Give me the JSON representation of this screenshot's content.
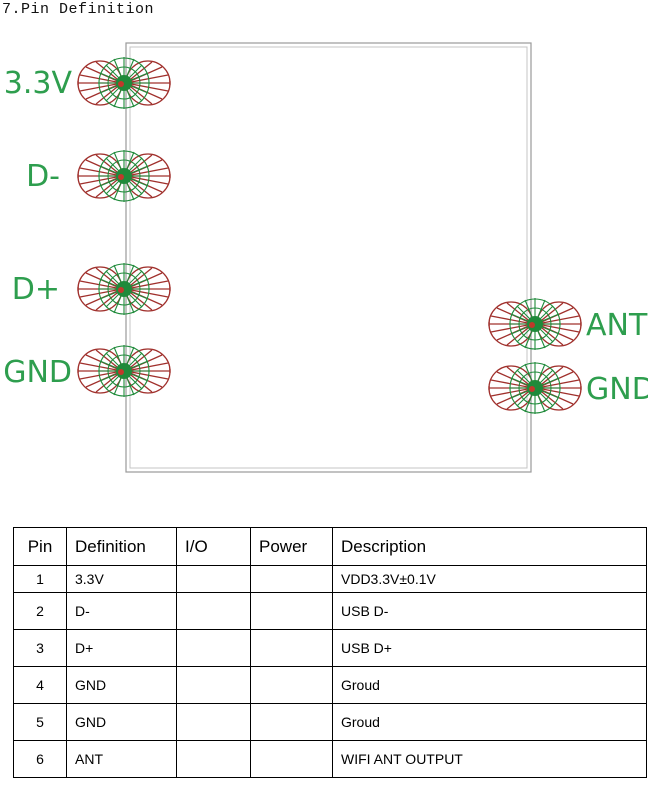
{
  "heading": "7.Pin Definition",
  "diagram": {
    "left_pins": [
      "3.3V",
      "D-",
      "D+",
      "GND"
    ],
    "right_pins": [
      "ANT",
      "GND"
    ],
    "label_color": "#2e9e4e",
    "pad_colors": {
      "red": "#a0302c",
      "green": "#1f8a3a"
    }
  },
  "table": {
    "headers": [
      "Pin",
      "Definition",
      "I/O",
      "Power",
      "Description"
    ],
    "rows": [
      [
        "1",
        "3.3V",
        "",
        "",
        "VDD3.3V±0.1V"
      ],
      [
        "2",
        "D-",
        "",
        "",
        "USB D-"
      ],
      [
        "3",
        "D+",
        "",
        "",
        "USB D+"
      ],
      [
        "4",
        "GND",
        "",
        "",
        "Groud"
      ],
      [
        "5",
        "GND",
        "",
        "",
        "Groud"
      ],
      [
        "6",
        "ANT",
        "",
        "",
        "WIFI ANT OUTPUT"
      ]
    ]
  }
}
